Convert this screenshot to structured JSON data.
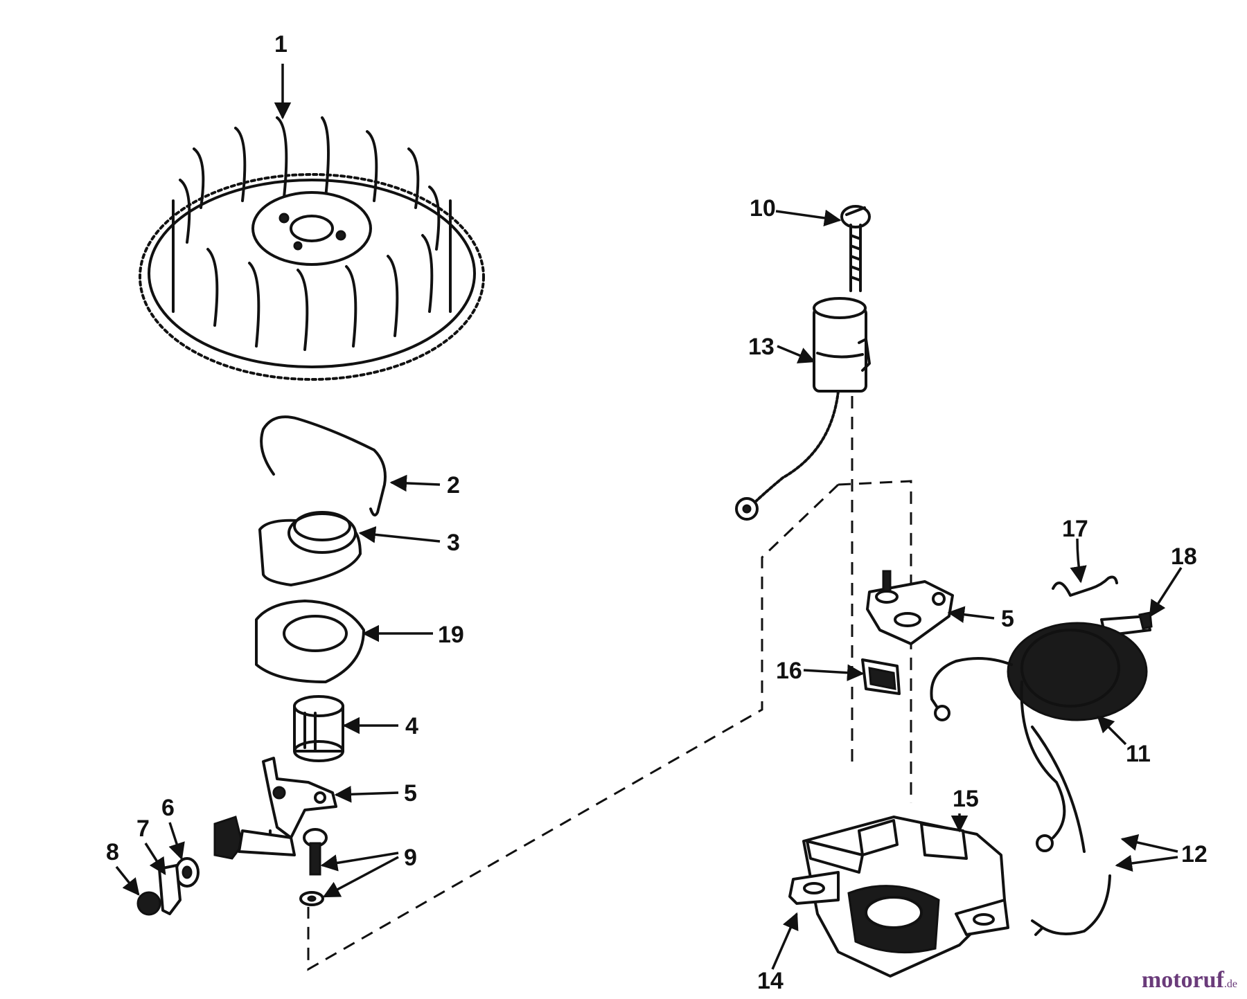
{
  "callouts": {
    "c1": "1",
    "c2": "2",
    "c3": "3",
    "c19": "19",
    "c4": "4",
    "c5a": "5",
    "c6": "6",
    "c7": "7",
    "c8": "8",
    "c9": "9",
    "c10": "10",
    "c13": "13",
    "c17": "17",
    "c18": "18",
    "c5b": "5",
    "c16": "16",
    "c11": "11",
    "c15": "15",
    "c12": "12",
    "c14": "14"
  },
  "watermark": {
    "main": "motoruf",
    "tld": ".de"
  }
}
